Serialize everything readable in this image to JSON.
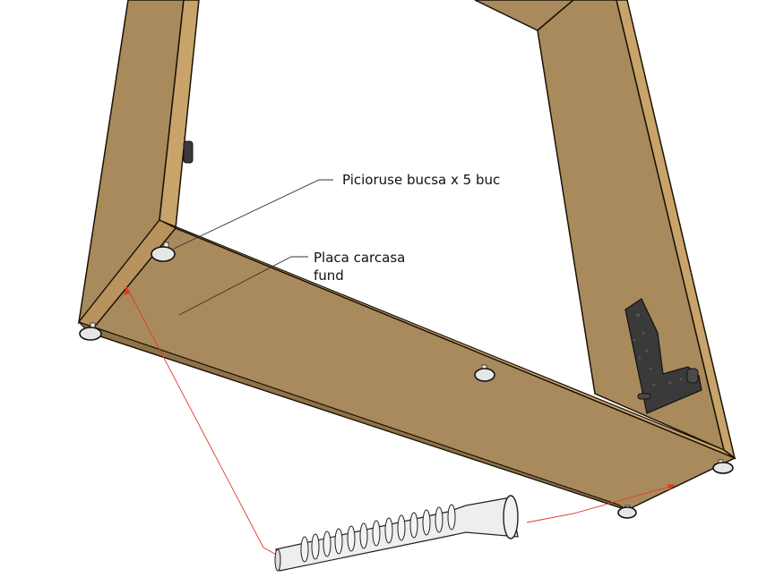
{
  "diagram": {
    "type": "furniture-assembly-illustration",
    "colors": {
      "wood_face": "#a88a5c",
      "wood_edge": "#c9a46a",
      "wood_dark": "#8f7349",
      "outline": "#1a1208",
      "bracket": "#3a3a3a",
      "foot": "#e6e6e6",
      "leader_line": "#333333",
      "arrow": "#e03a2a",
      "screw": "#eeeeee"
    },
    "callouts": [
      {
        "id": "feet",
        "text": "Picioruse bucsa x 5 buc"
      },
      {
        "id": "bottom-panel",
        "text_lines": [
          "Placa carcasa",
          "fund"
        ]
      }
    ],
    "parts": {
      "left_side_panel": "Left side panel",
      "right_side_panel": "Right side panel",
      "bottom_panel": "Bottom panel",
      "metal_bracket": "Metal L-bracket",
      "feet_count": 5,
      "screw": "Confirmat / bushing screw"
    }
  }
}
